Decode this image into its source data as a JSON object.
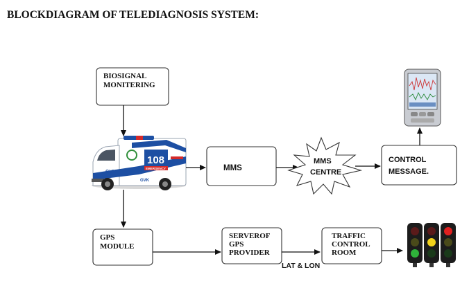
{
  "title": "BLOCKDIAGRAM OF TELEDIAGNOSIS SYSTEM:",
  "nodes": {
    "biosignal": [
      "BIOSIGNAL",
      "MONITERING"
    ],
    "mms": "MMS",
    "mms_centre": [
      "MMS",
      "CENTRE"
    ],
    "control_message": [
      "CONTROL",
      "MESSAGE."
    ],
    "gps_module": [
      "GPS",
      "MODULE"
    ],
    "gps_server": [
      "SERVEROF",
      "GPS",
      "PROVIDER"
    ],
    "traffic_room": [
      "TRAFFIC",
      "CONTROL",
      "ROOM"
    ]
  },
  "edge_label_lat_lon": "LAT & LON",
  "ambulance": {
    "number_badge": "108",
    "badge_sub": "EMERGENCY",
    "brand": "GVK"
  },
  "colors": {
    "ambulance_blue": "#1d4fa3",
    "ambulance_red": "#d42a2a",
    "light_red": "#e02020",
    "light_yellow": "#f2d21b",
    "light_green": "#2fb23a"
  },
  "icons": [
    "ambulance-icon",
    "smartphone-icon",
    "traffic-light-icon"
  ]
}
